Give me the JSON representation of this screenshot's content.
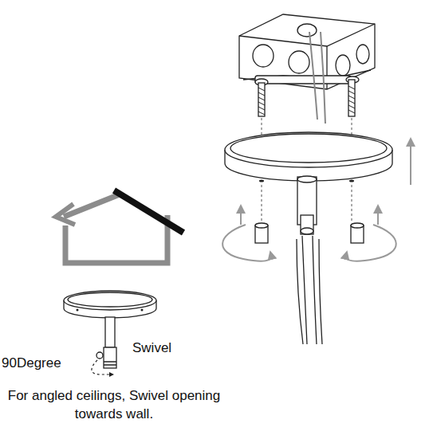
{
  "diagram": {
    "labels": [
      "Swivel",
      "90Degree",
      "For angled ceilings, Swivel opening towards wall."
    ]
  }
}
